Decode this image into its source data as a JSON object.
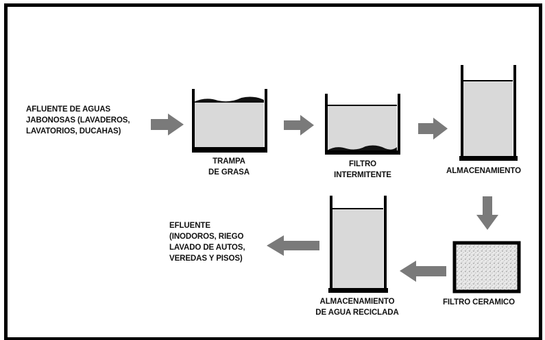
{
  "labels": {
    "afluente": "AFLUENTE DE AGUAS\nJABONOSAS (LAVADEROS,\nLAVATORIOS, DUCAHAS)",
    "trampa": "TRAMPA\nDE GRASA",
    "filtro_intermitente": "FILTRO\nINTERMITENTE",
    "almacenamiento": "ALMACENAMIENTO",
    "filtro_ceramico": "FILTRO CERAMICO",
    "almacenamiento_reciclada": "ALMACENAMIENTO\nDE AGUA RECICLADA",
    "efluente": "EFLUENTE\n(INODOROS, RIEGO\nLAVADO DE AUTOS,\nVEREDAS Y PISOS)"
  },
  "colors": {
    "tank_wall": "#000000",
    "water": "#d9d9d9",
    "arrow": "#7a7a7a",
    "ceramic_fill": "#e6e6e6"
  }
}
